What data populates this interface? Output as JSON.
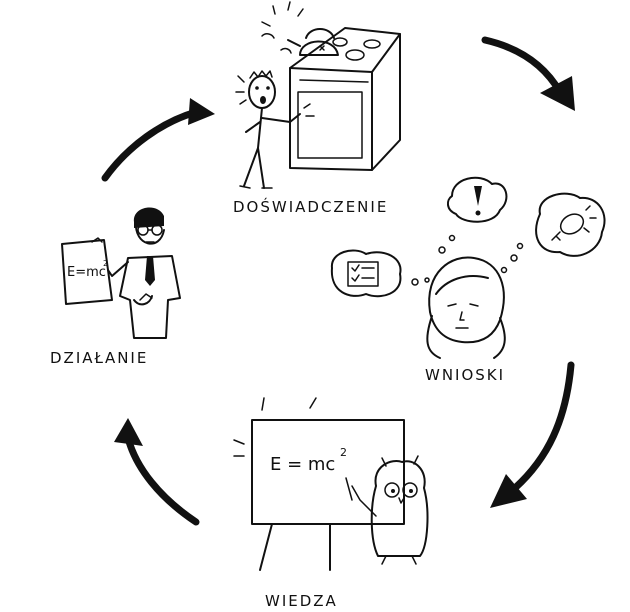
{
  "stages": {
    "experience": "DOŚWIADCZENIE",
    "conclusions": "WNIOSKI",
    "knowledge": "WIEDZA",
    "action": "DZIAŁANIE"
  },
  "formulas": {
    "paper": "E=mc",
    "paper_exp": "2",
    "board": "E = mc",
    "board_exp": "2"
  },
  "icons": {
    "cycle_arrows": "clockwise-arrow",
    "thought_1": "exclamation-icon",
    "thought_2": "lightbulb-icon",
    "thought_3": "checklist-icon"
  },
  "colors": {
    "ink": "#111111",
    "paper": "#ffffff"
  }
}
